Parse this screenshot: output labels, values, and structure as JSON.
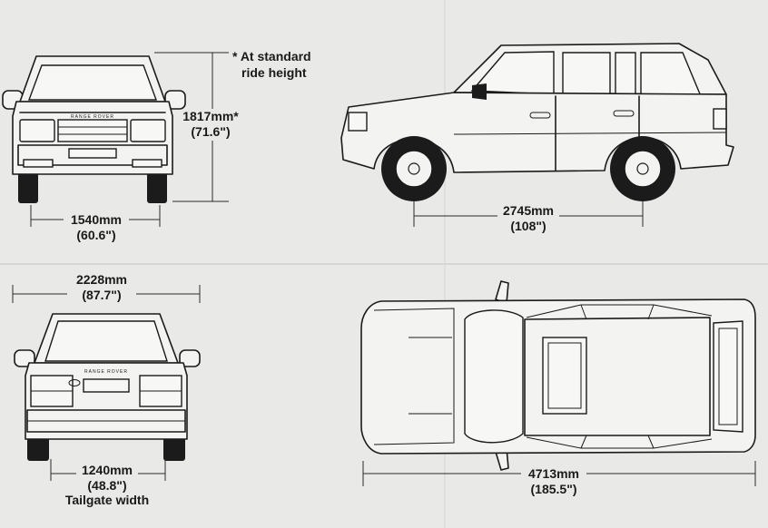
{
  "annotations": {
    "ride_height_note_line1": "* At standard",
    "ride_height_note_line2": "ride height",
    "height_mm": "1817mm*",
    "height_in": "(71.6\")",
    "front_track_mm": "1540mm",
    "front_track_in": "(60.6\")",
    "wheelbase_mm": "2745mm",
    "wheelbase_in": "(108\")",
    "width_mm": "2228mm",
    "width_in": "(87.7\")",
    "tailgate_mm": "1240mm",
    "tailgate_in": "(48.8\")",
    "tailgate_label": "Tailgate width",
    "length_mm": "4713mm",
    "length_in": "(185.5\")"
  },
  "badges": {
    "front_grille": "RANGE ROVER",
    "rear_tailgate": "RANGE ROVER"
  },
  "colors": {
    "paper": "#e9e9e7",
    "ink": "#1b1b1b",
    "body_fill": "#f3f3f1"
  }
}
